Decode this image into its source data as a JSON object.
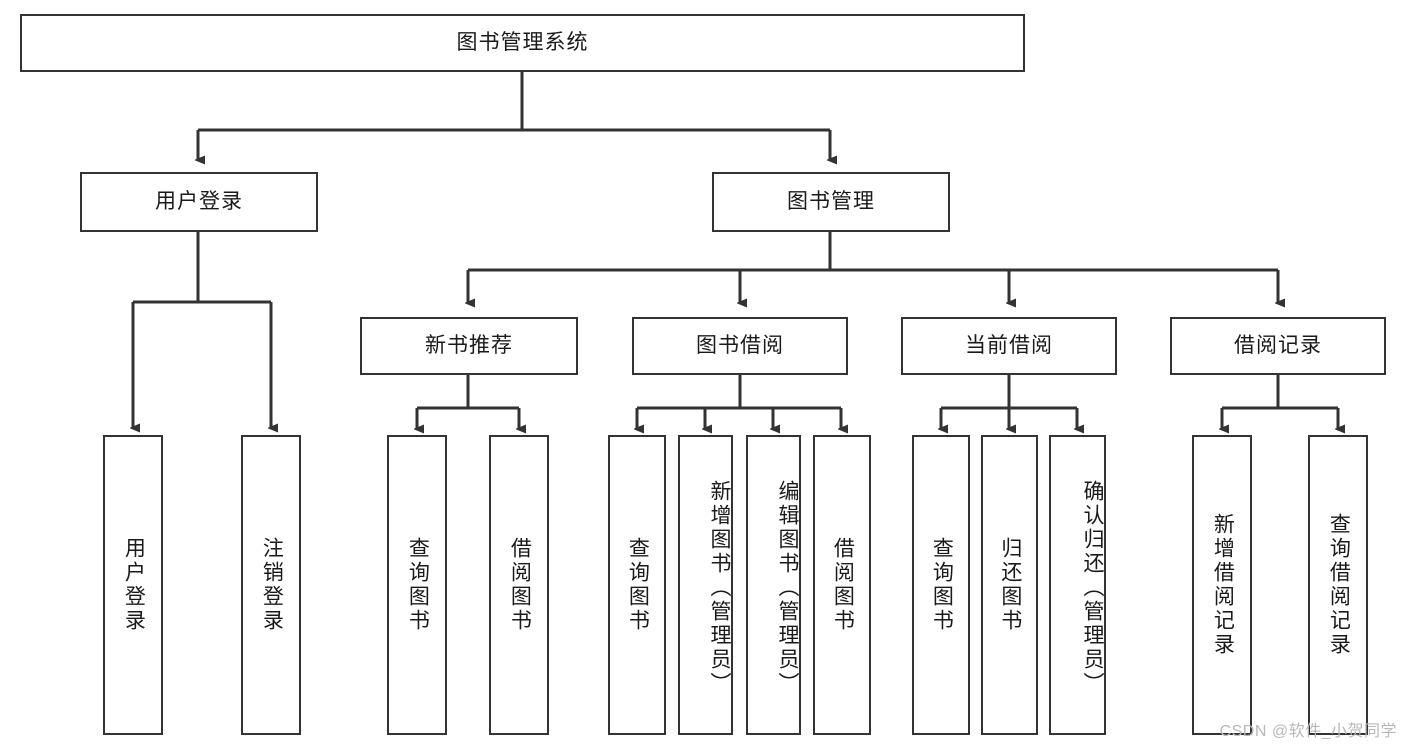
{
  "diagram": {
    "type": "tree",
    "title": "图书管理系统",
    "root": {
      "label": "图书管理系统"
    },
    "level2": [
      {
        "label": "用户登录"
      },
      {
        "label": "图书管理"
      }
    ],
    "level3": [
      {
        "label": "新书推荐"
      },
      {
        "label": "图书借阅"
      },
      {
        "label": "当前借阅"
      },
      {
        "label": "借阅记录"
      }
    ],
    "leaves": {
      "user_login": [
        {
          "label": "用户登录"
        },
        {
          "label": "注销登录"
        }
      ],
      "new_book_recommend": [
        {
          "label": "查询图书"
        },
        {
          "label": "借阅图书"
        }
      ],
      "book_borrow": [
        {
          "label": "查询图书"
        },
        {
          "label": "新增图书（管理员）"
        },
        {
          "label": "编辑图书（管理员）"
        },
        {
          "label": "借阅图书"
        }
      ],
      "current_borrow": [
        {
          "label": "查询图书"
        },
        {
          "label": "归还图书"
        },
        {
          "label": "确认归还（管理员）"
        }
      ],
      "borrow_records": [
        {
          "label": "新增借阅记录"
        },
        {
          "label": "查询借阅记录"
        }
      ]
    }
  },
  "watermark": {
    "text": "CSDN @软件_小贺同学"
  },
  "colors": {
    "stroke": "#333333",
    "text": "#1a1a1a",
    "background": "#ffffff",
    "watermark": "#b8b8b8"
  }
}
